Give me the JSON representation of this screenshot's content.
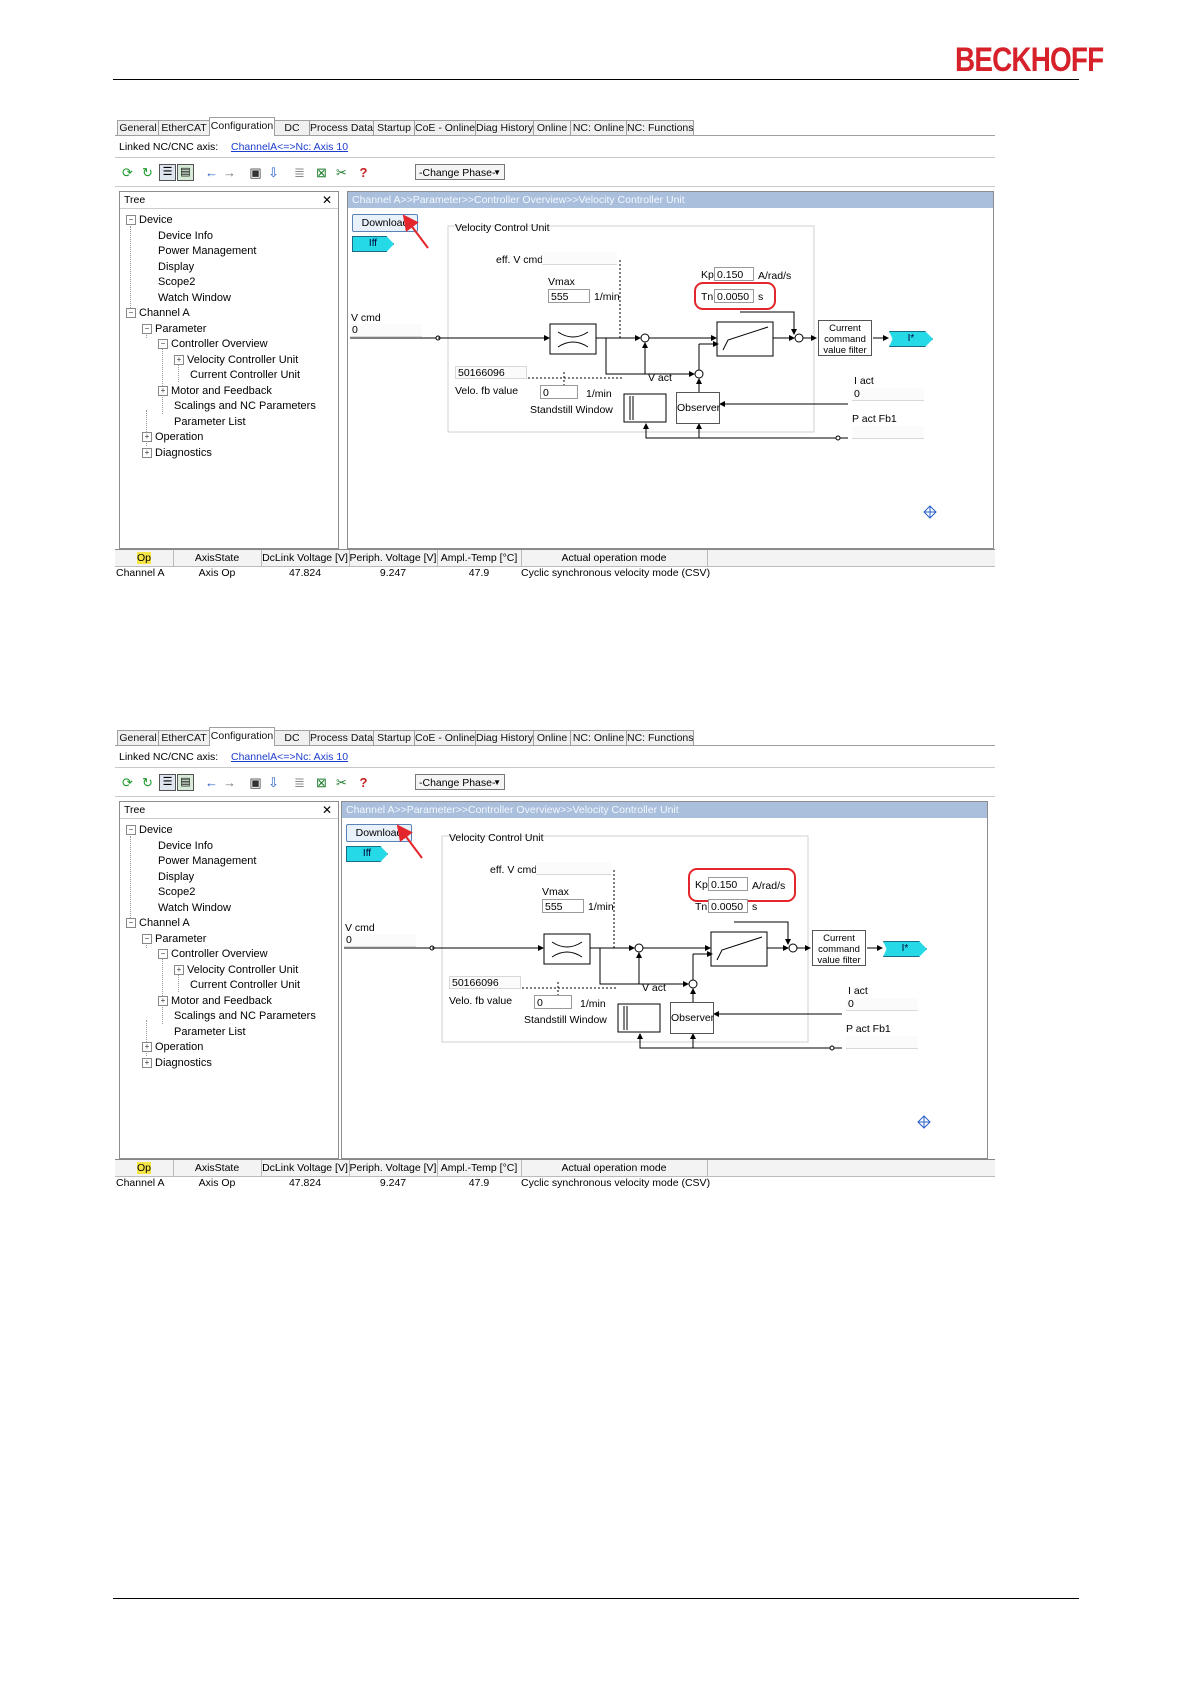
{
  "brand": {
    "logo_text": "BECKHOFF",
    "color": "#d6202a"
  },
  "screens": [
    {
      "tabs": [
        "General",
        "EtherCAT",
        "Configuration",
        "DC",
        "Process Data",
        "Startup",
        "CoE - Online",
        "Diag History",
        "Online",
        "NC: Online",
        "NC: Functions"
      ],
      "active_tab": "Configuration",
      "linked_label": "Linked NC/CNC axis:",
      "linked_value": "ChannelA<=>Nc: Axis 10",
      "phase_label": "-Change Phase-",
      "tree_title": "Tree",
      "tree": [
        "Device",
        "Device Info",
        "Power Management",
        "Display",
        "Scope2",
        "Watch Window",
        "Channel A",
        "Parameter",
        "Controller Overview",
        "Velocity Controller Unit",
        "Current Controller Unit",
        "Motor and Feedback",
        "Scalings and NC Parameters",
        "Parameter List",
        "Operation",
        "Diagnostics"
      ],
      "breadcrumb": "Channel A>>Parameter>>Controller Overview>>Velocity Controller Unit",
      "download_label": "Download",
      "iff_label": "Iff",
      "diagram": {
        "title": "Velocity Control Unit",
        "eff_vcmd": "eff. V cmd",
        "vmax_label": "Vmax",
        "vmax_value": "555",
        "vmax_unit": "1/min",
        "kp_label": "Kp",
        "kp_value": "0.150",
        "kp_unit": "A/rad/s",
        "tn_label": "Tn",
        "tn_value": "0.0050",
        "tn_unit": "s",
        "vcmd_label": "V cmd",
        "vcmd_value": "0",
        "sig_value": "50166096",
        "velo_fb_label": "Velo. fb value",
        "velo_fb_value": "0",
        "velo_fb_unit": "1/min",
        "standstill": "Standstill Window",
        "vact": "V act",
        "observer": "Observer",
        "current_filter": "Current command value filter",
        "istar": "I*",
        "iact_label": "I act",
        "iact_value": "0",
        "pact_label": "P act Fb1"
      },
      "highlight": "Tn",
      "status_headers": [
        "Op",
        "AxisState",
        "DcLink Voltage [V]",
        "Periph. Voltage [V]",
        "Ampl.-Temp [°C]",
        "Actual operation mode"
      ],
      "status_values": [
        "Channel A",
        "Axis Op",
        "47.824",
        "9.247",
        "47.9",
        "Cyclic synchronous velocity mode (CSV)"
      ]
    },
    {
      "tabs": [
        "General",
        "EtherCAT",
        "Configuration",
        "DC",
        "Process Data",
        "Startup",
        "CoE - Online",
        "Diag History",
        "Online",
        "NC: Online",
        "NC: Functions"
      ],
      "active_tab": "Configuration",
      "linked_label": "Linked NC/CNC axis:",
      "linked_value": "ChannelA<=>Nc: Axis 10",
      "phase_label": "-Change Phase-",
      "tree_title": "Tree",
      "tree": [
        "Device",
        "Device Info",
        "Power Management",
        "Display",
        "Scope2",
        "Watch Window",
        "Channel A",
        "Parameter",
        "Controller Overview",
        "Velocity Controller Unit",
        "Current Controller Unit",
        "Motor and Feedback",
        "Scalings and NC Parameters",
        "Parameter List",
        "Operation",
        "Diagnostics"
      ],
      "breadcrumb": "Channel A>>Parameter>>Controller Overview>>Velocity Controller Unit",
      "download_label": "Download",
      "iff_label": "Iff",
      "diagram": {
        "title": "Velocity Control Unit",
        "eff_vcmd": "eff. V cmd",
        "vmax_label": "Vmax",
        "vmax_value": "555",
        "vmax_unit": "1/min",
        "kp_label": "Kp",
        "kp_value": "0.150",
        "kp_unit": "A/rad/s",
        "tn_label": "Tn",
        "tn_value": "0.0050",
        "tn_unit": "s",
        "vcmd_label": "V cmd",
        "vcmd_value": "0",
        "sig_value": "50166096",
        "velo_fb_label": "Velo. fb value",
        "velo_fb_value": "0",
        "velo_fb_unit": "1/min",
        "standstill": "Standstill Window",
        "vact": "V act",
        "observer": "Observer",
        "current_filter": "Current command value filter",
        "istar": "I*",
        "iact_label": "I act",
        "iact_value": "0",
        "pact_label": "P act Fb1"
      },
      "highlight": "Kp",
      "status_headers": [
        "Op",
        "AxisState",
        "DcLink Voltage [V]",
        "Periph. Voltage [V]",
        "Ampl.-Temp [°C]",
        "Actual operation mode"
      ],
      "status_values": [
        "Channel A",
        "Axis Op",
        "47.824",
        "9.247",
        "47.9",
        "Cyclic synchronous velocity mode (CSV)"
      ]
    }
  ]
}
